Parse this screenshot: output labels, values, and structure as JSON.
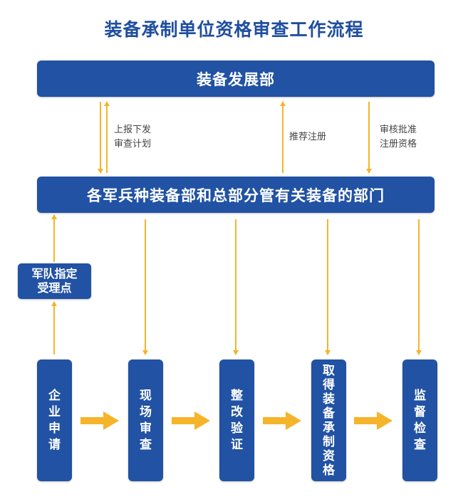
{
  "title": "装备承制单位资格审查工作流程",
  "top_box": "装备发展部",
  "middle_box": "各军兵种装备部和总部分管有关装备的部门",
  "side_box": {
    "line1": "军队指定",
    "line2": "受理点"
  },
  "arrow_labels": {
    "report": {
      "line1": "上报下发",
      "line2": "审查计划"
    },
    "recommend": "推荐注册",
    "approve": {
      "line1": "审核批准",
      "line2": "注册资格"
    }
  },
  "steps": [
    "企业申请",
    "现场审查",
    "整改验证",
    "取得装备承制资格",
    "监督检查"
  ],
  "colors": {
    "box": "#2152a3",
    "arrow": "#f6b42a",
    "title": "#1f4e9e"
  }
}
